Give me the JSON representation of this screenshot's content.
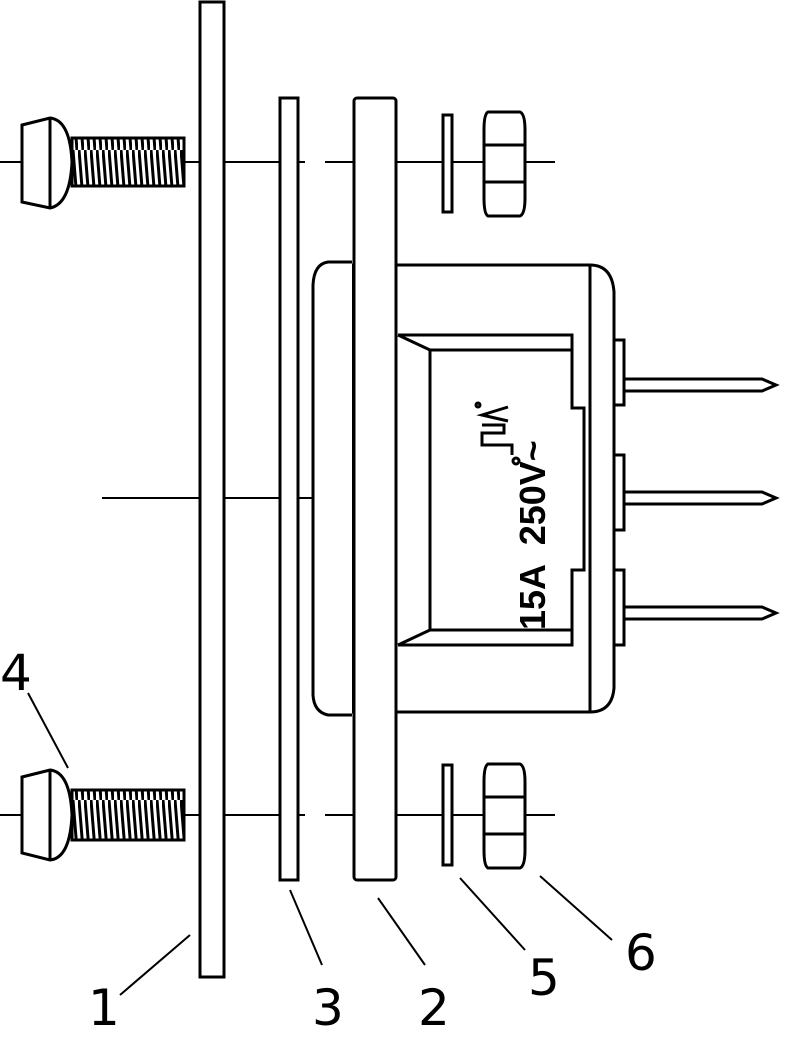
{
  "callouts": {
    "label_1": "1",
    "label_2": "2",
    "label_3": "3",
    "label_4": "4",
    "label_5": "5",
    "label_6": "6"
  },
  "module": {
    "rating_text": "15A  250V~",
    "cert_mark_icon": "cru-us-certification-mark-icon"
  },
  "colors": {
    "line": "#000000",
    "background": "#ffffff"
  }
}
